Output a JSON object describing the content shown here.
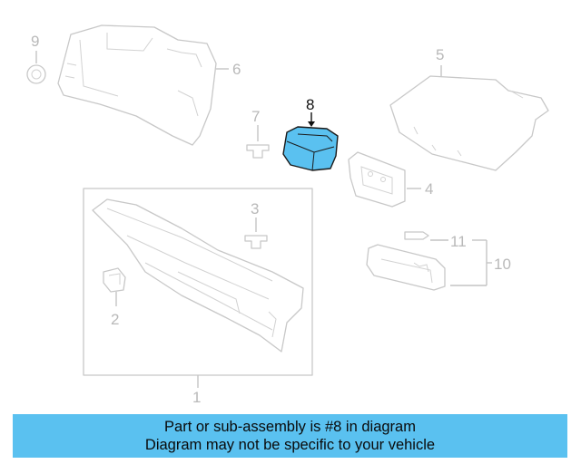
{
  "callouts": {
    "c1": "1",
    "c2": "2",
    "c3": "3",
    "c4": "4",
    "c5": "5",
    "c6": "6",
    "c7": "7",
    "c8": "8",
    "c9": "9",
    "c10": "10",
    "c11": "11"
  },
  "highlighted_part": "8",
  "colors": {
    "highlight": "#5ac1f0",
    "part_stroke": "#c8c8c8",
    "active_text": "#111111"
  },
  "banner": {
    "line1": "Part or sub-assembly is #8 in diagram",
    "line2": "Diagram may not be specific to your vehicle"
  }
}
